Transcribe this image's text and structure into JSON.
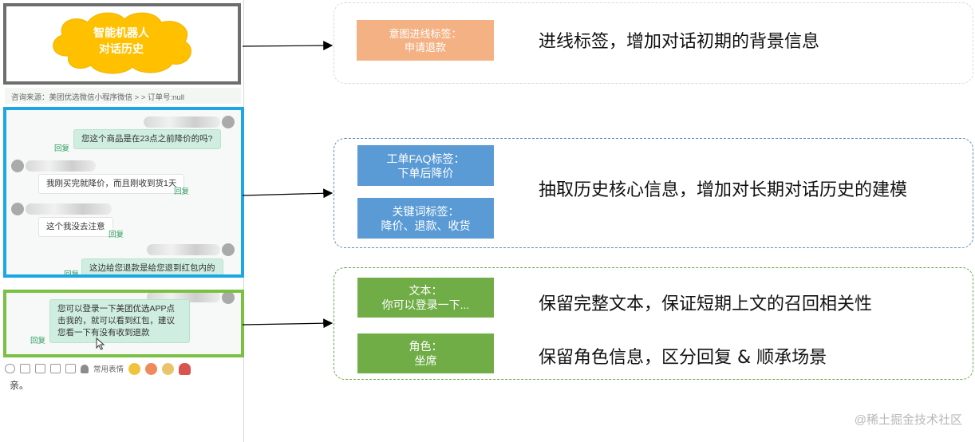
{
  "chat": {
    "title_cloud": {
      "line1": "智能机器人",
      "line2": "对话历史"
    },
    "source_line": "咨询来源：美团优选微信小程序微信 > > 订单号:null",
    "reply_label": "回复",
    "history_messages": [
      {
        "side": "right",
        "text": "您这个商品是在23点之前降价的吗?"
      },
      {
        "side": "left",
        "text": "我刚买完就降价，而且刚收到货1天"
      },
      {
        "side": "left",
        "text": "这个我没去注意"
      },
      {
        "side": "right",
        "text": "这边给您退款是给您退到红包内的"
      }
    ],
    "recent_message": "您可以登录一下美团优选APP点击我的，就可以看到红包，建议您看一下有没有收到退款",
    "toolbar_label": "常用表情",
    "input_text": "亲。"
  },
  "panels": [
    {
      "tags": [
        {
          "line1": "意图进线标签：",
          "line2": "申请退款"
        }
      ],
      "description": "进线标签，增加对话初期的背景信息"
    },
    {
      "tags": [
        {
          "line1": "工单FAQ标签：",
          "line2": "下单后降价"
        },
        {
          "line1": "关键词标签：",
          "line2": "降价、退款、收货"
        }
      ],
      "description": "抽取历史核心信息，增加对长期对话历史的建模"
    },
    {
      "tags": [
        {
          "line1": "文本：",
          "line2": "你可以登录一下..."
        },
        {
          "line1": "角色：",
          "line2": "坐席"
        }
      ],
      "descriptions": [
        "保留完整文本，保证短期上文的召回相关性",
        "保留角色信息，区分回复 & 顺承场景"
      ]
    }
  ],
  "watermark": "@稀土掘金技术社区",
  "colors": {
    "title_border": "#6e6e6e",
    "cloud": "#ffc000",
    "history_border": "#1aa7e3",
    "recent_border": "#7ac143",
    "tag_orange": "#f4b183",
    "tag_blue": "#5b9bd5",
    "tag_green": "#70ad47"
  }
}
